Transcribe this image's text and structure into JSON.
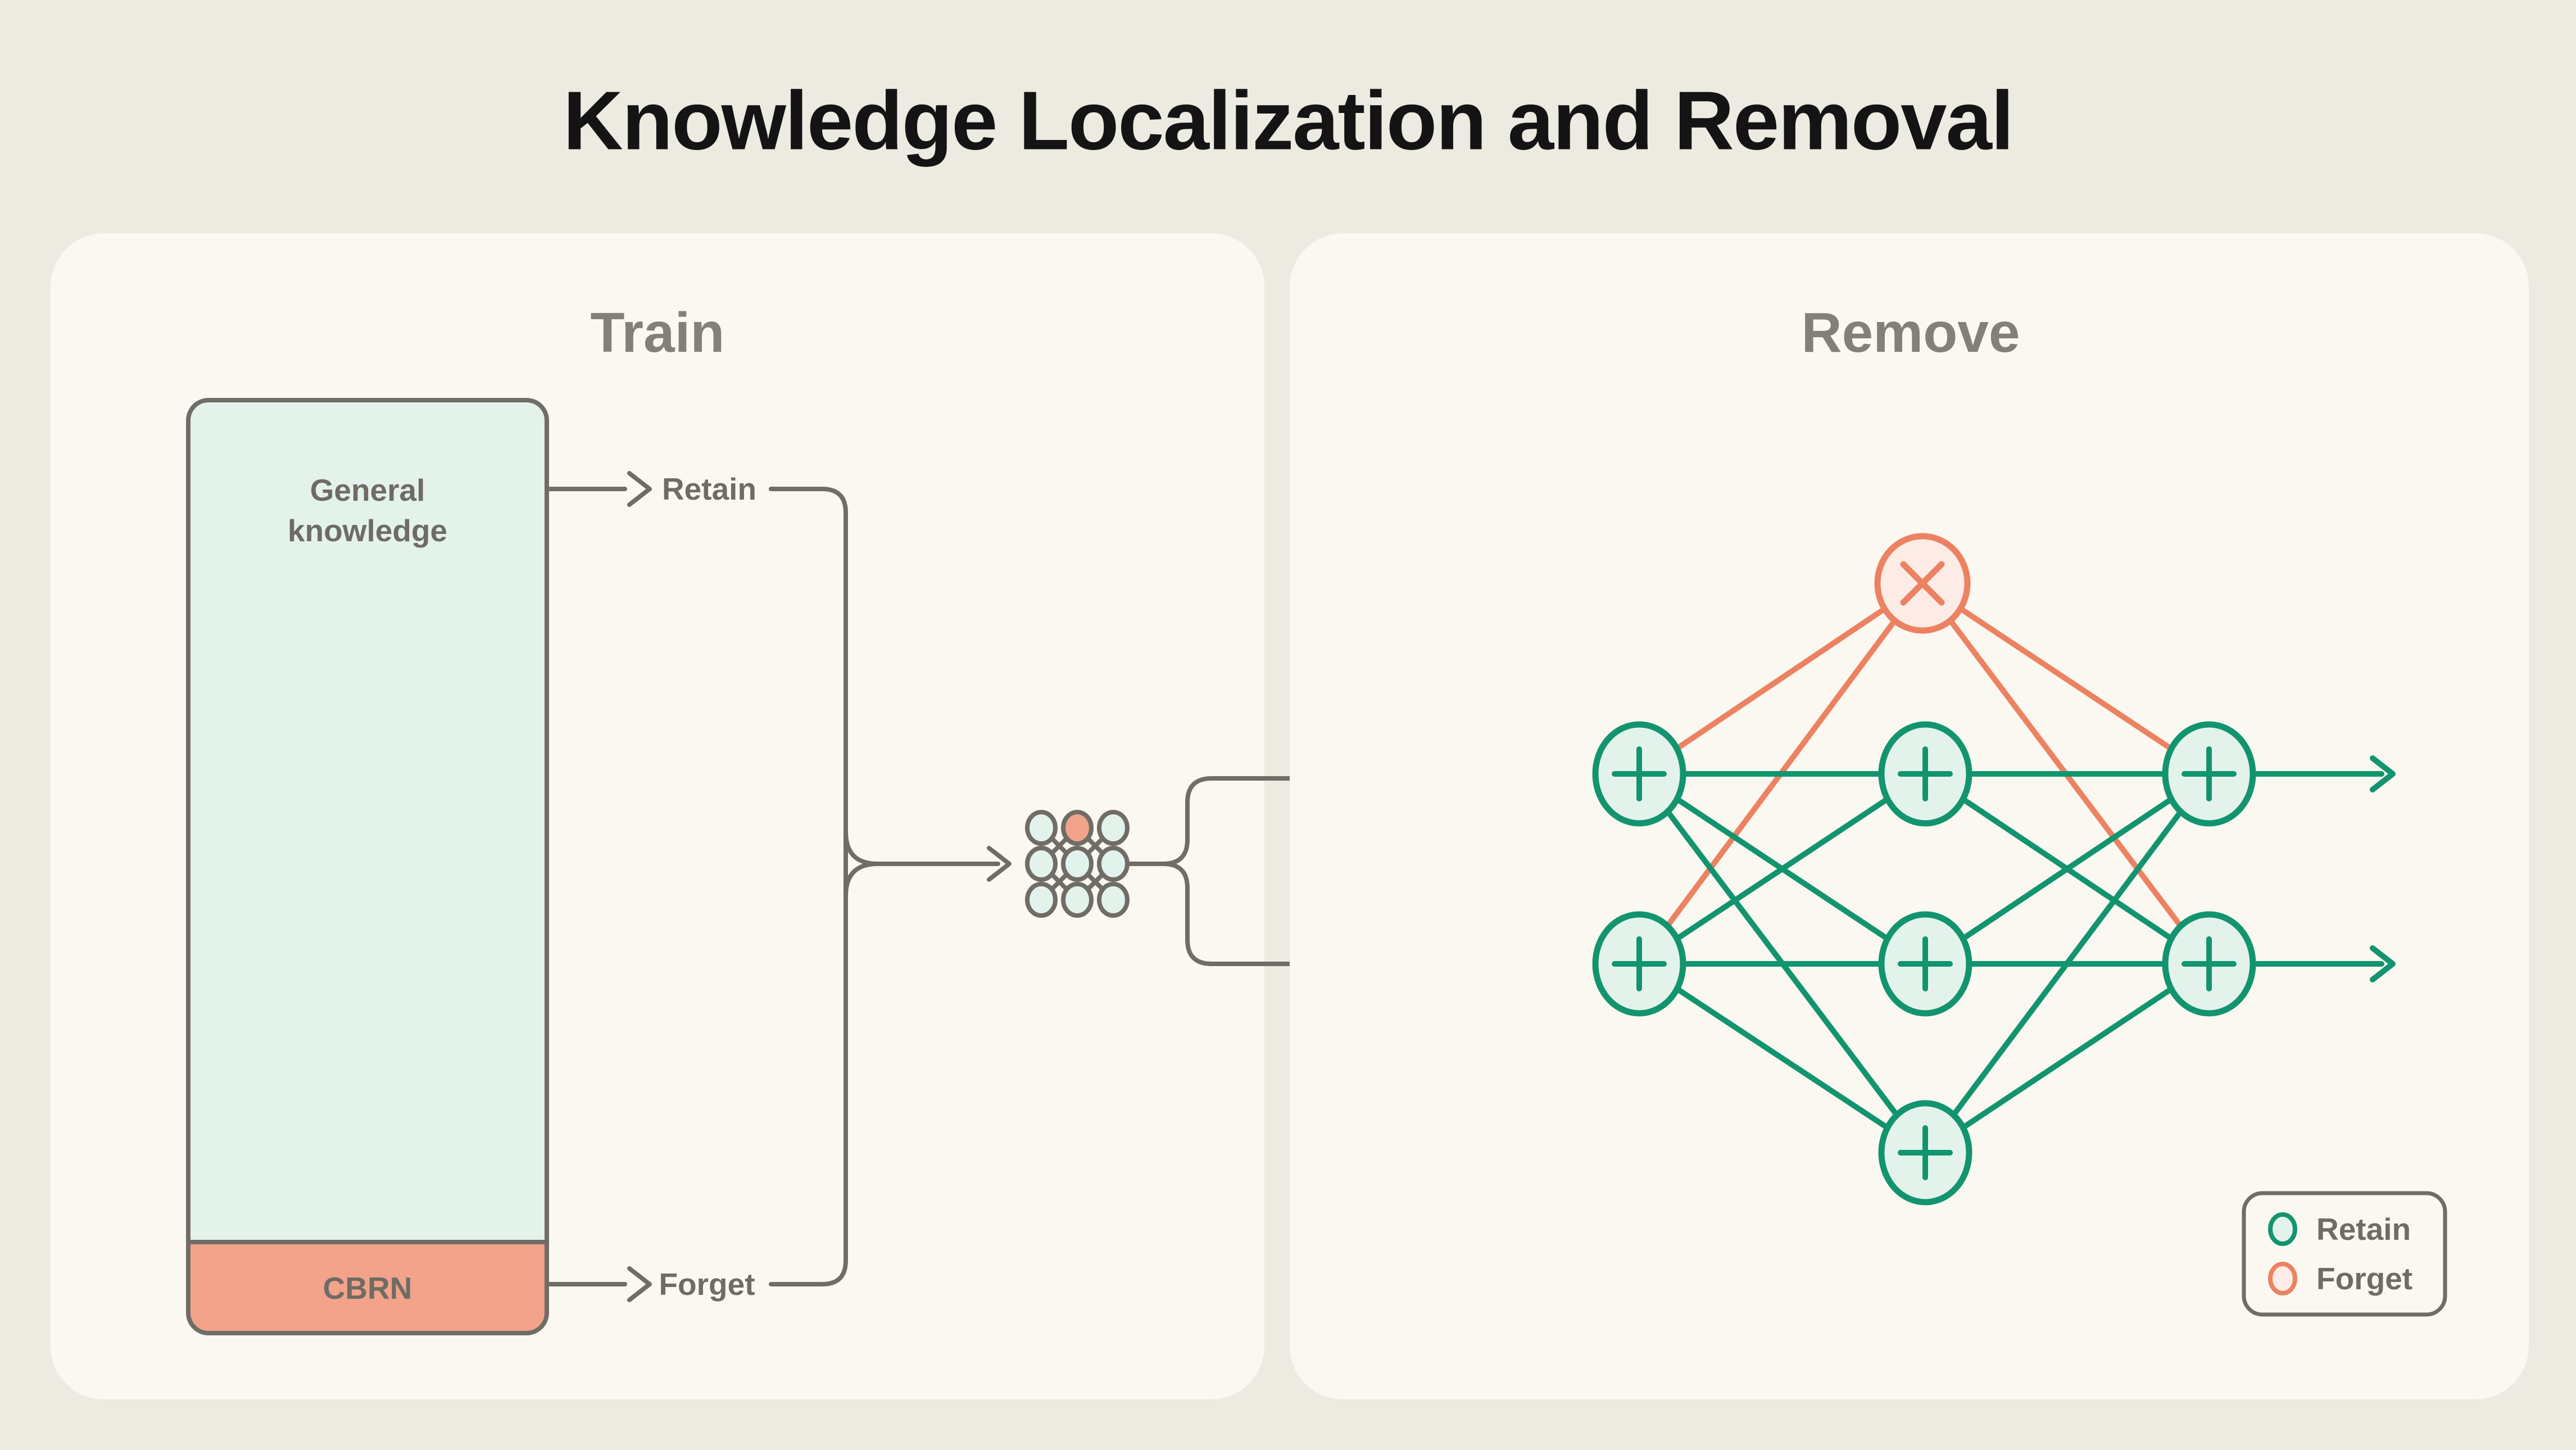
{
  "title": "Knowledge Localization and Removal",
  "colors": {
    "bg": "#edeae1",
    "panel": "#faf8f1",
    "gray": "#6f6d66",
    "heading": "#81807a",
    "text": "#6e6c64",
    "green": "#12946f",
    "mint": "#e3f3ec",
    "orange": "#ec8261",
    "pink": "#fcece5",
    "salmon": "#f2a38a",
    "title": "#141414"
  },
  "train_panel": {
    "heading": "Train",
    "knowledge_block": {
      "general_line1": "General",
      "general_line2": "knowledge",
      "cbrn_label": "CBRN"
    },
    "retain_label": "Retain",
    "forget_label": "Forget"
  },
  "remove_panel": {
    "heading": "Remove",
    "network": {
      "retain_node_symbol": "+",
      "forget_node_symbol": "×",
      "layers": [
        2,
        2,
        2
      ],
      "extra_nodes": [
        "forget-top",
        "retain-bottom"
      ],
      "forget_edges_from_cross": [
        "input-1",
        "input-2",
        "output-1",
        "output-2"
      ],
      "retain_edge_count": 12
    },
    "legend": {
      "items": [
        {
          "label": "Retain",
          "type": "retain"
        },
        {
          "label": "Forget",
          "type": "forget"
        }
      ]
    }
  },
  "weight_grid": {
    "rows": 3,
    "cols": 3,
    "forget_cell": "row1-col2"
  }
}
